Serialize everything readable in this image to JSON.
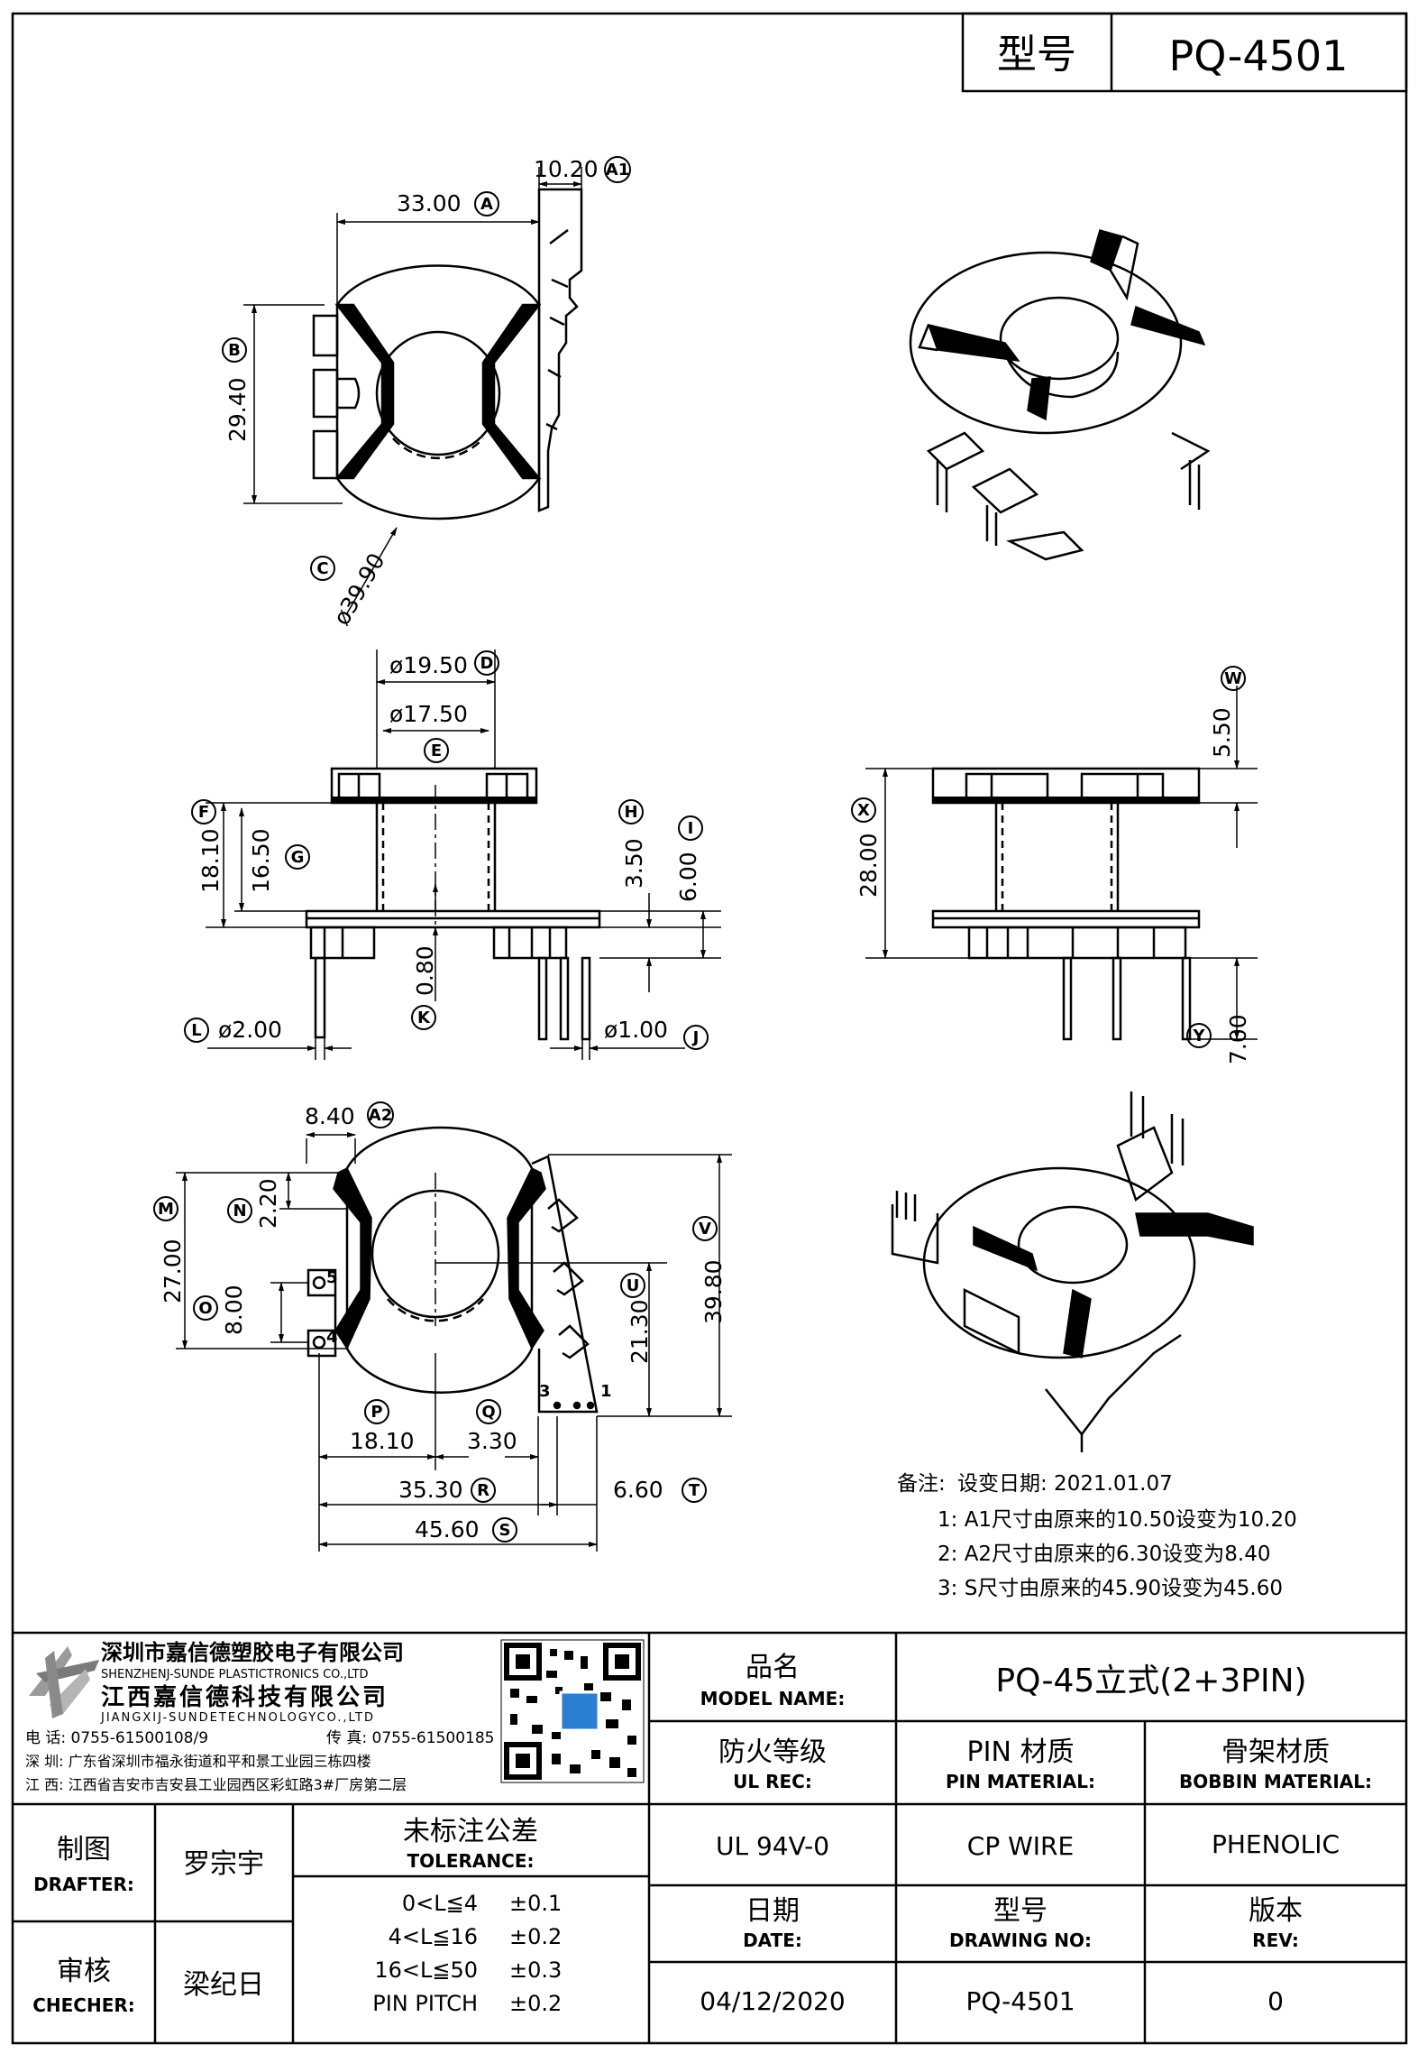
{
  "header": {
    "model_label": "型号",
    "model_value": "PQ-4501"
  },
  "views": {
    "top": {
      "dims": [
        {
          "id": "A",
          "value": "33.00"
        },
        {
          "id": "A1",
          "value": "10.20"
        },
        {
          "id": "B",
          "value": "29.40"
        },
        {
          "id": "C",
          "value": "ø39.90"
        }
      ]
    },
    "front": {
      "dims": [
        {
          "id": "D",
          "value": "ø19.50"
        },
        {
          "id": "E",
          "value": "ø17.50"
        },
        {
          "id": "F",
          "value": "18.10"
        },
        {
          "id": "G",
          "value": "16.50"
        },
        {
          "id": "H",
          "value": "3.50"
        },
        {
          "id": "I",
          "value": "6.00"
        },
        {
          "id": "K",
          "value": "0.80"
        },
        {
          "id": "L",
          "value": "ø2.00"
        },
        {
          "id": "J",
          "value": "ø1.00"
        }
      ]
    },
    "side": {
      "dims": [
        {
          "id": "W",
          "value": "5.50"
        },
        {
          "id": "X",
          "value": "28.00"
        },
        {
          "id": "Y",
          "value": "7.00"
        }
      ]
    },
    "bottom": {
      "dims": [
        {
          "id": "A2",
          "value": "8.40"
        },
        {
          "id": "N",
          "value": "2.20"
        },
        {
          "id": "M",
          "value": "27.00"
        },
        {
          "id": "O",
          "value": "8.00"
        },
        {
          "id": "V",
          "value": "39.80"
        },
        {
          "id": "U",
          "value": "21.30"
        },
        {
          "id": "P",
          "value": "18.10"
        },
        {
          "id": "Q",
          "value": "3.30"
        },
        {
          "id": "R",
          "value": "35.30"
        },
        {
          "id": "T",
          "value": "6.60"
        },
        {
          "id": "S",
          "value": "45.60"
        }
      ],
      "pin_labels": [
        "5",
        "4",
        "3",
        "1"
      ]
    }
  },
  "notes": {
    "label": "备注:",
    "date_line": "设变日期: 2021.01.07",
    "items": [
      "1: A1尺寸由原来的10.50设变为10.20",
      "2: A2尺寸由原来的6.30设变为8.40",
      "3: S尺寸由原来的45.90设变为45.60"
    ]
  },
  "company": {
    "name_sz": "深圳市嘉信德塑胶电子有限公司",
    "name_sz_en": "SHENZHENJ-SUNDE PLASTICTRONICS CO.,LTD",
    "name_jx": "江西嘉信德科技有限公司",
    "name_jx_en": "JIANGXIJ-SUNDETECHNOLOGYCO.,LTD",
    "phone": "电 话: 0755-61500108/9",
    "fax": "传 真: 0755-61500185",
    "addr_sz": "深 圳: 广东省深圳市福永街道和平和景工业园三栋四楼",
    "addr_jx": "江 西: 江西省吉安市吉安县工业园西区彩虹路3#厂房第二层"
  },
  "title_block": {
    "model_name_label": "品名",
    "model_name_label_en": "MODEL NAME:",
    "model_name_value": "PQ-45立式(2+3PIN)",
    "ul_label": "防火等级",
    "ul_label_en": "UL REC:",
    "ul_value": "UL 94V-0",
    "pin_label": "PIN 材质",
    "pin_label_en": "PIN MATERIAL:",
    "pin_value": "CP WIRE",
    "bobbin_label": "骨架材质",
    "bobbin_label_en": "BOBBIN MATERIAL:",
    "bobbin_value": "PHENOLIC",
    "drafter_label": "制图",
    "drafter_label_en": "DRAFTER:",
    "drafter_value": "罗宗宇",
    "checker_label": "审核",
    "checker_label_en": "CHECHER:",
    "checker_value": "梁纪日",
    "tolerance_label": "未标注公差",
    "tolerance_label_en": "TOLERANCE:",
    "tolerances": [
      {
        "range": "0<L≦4",
        "value": "±0.1"
      },
      {
        "range": "4<L≦16",
        "value": "±0.2"
      },
      {
        "range": "16<L≦50",
        "value": "±0.3"
      },
      {
        "range": "PIN PITCH",
        "value": "±0.2"
      }
    ],
    "date_label": "日期",
    "date_label_en": "DATE:",
    "date_value": "04/12/2020",
    "drawing_no_label": "型号",
    "drawing_no_label_en": "DRAWING NO:",
    "drawing_no_value": "PQ-4501",
    "rev_label": "版本",
    "rev_label_en": "REV:",
    "rev_value": "0"
  }
}
